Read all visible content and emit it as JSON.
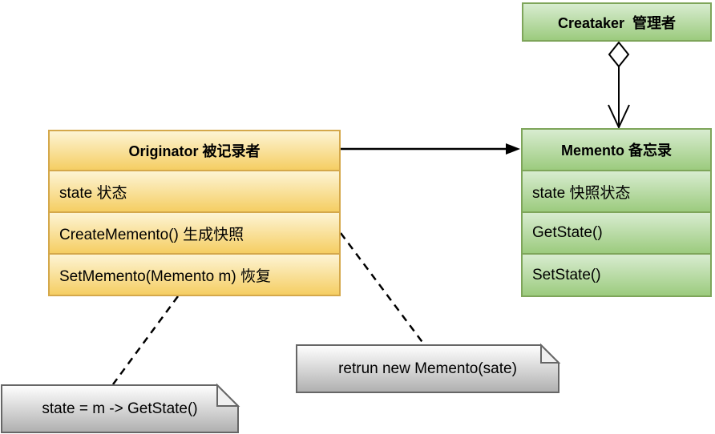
{
  "diagram": {
    "manager": {
      "title": "Creataker  管理者"
    },
    "originator": {
      "title": "Originator 被记录者",
      "rows": [
        "state 状态",
        "CreateMemento() 生成快照",
        "SetMemento(Memento m) 恢复"
      ]
    },
    "memento": {
      "title": "Memento 备忘录",
      "rows": [
        "state 快照状态",
        "GetState()",
        "SetState()"
      ]
    },
    "notes": {
      "restore_note": "state = m -> GetState()",
      "create_note": "retrun new Memento(sate)"
    },
    "colors": {
      "yellow_fill_top": "#FDF4D4",
      "yellow_fill_bottom": "#F5CE63",
      "yellow_border": "#D4A84B",
      "green_fill_top": "#D8ECD0",
      "green_fill_bottom": "#9CCB7E",
      "green_border": "#7EA55A",
      "note_fill_top": "#FFFFFF",
      "note_fill_bottom": "#AFAFAF",
      "note_border": "#666666",
      "connector": "#000000"
    }
  }
}
